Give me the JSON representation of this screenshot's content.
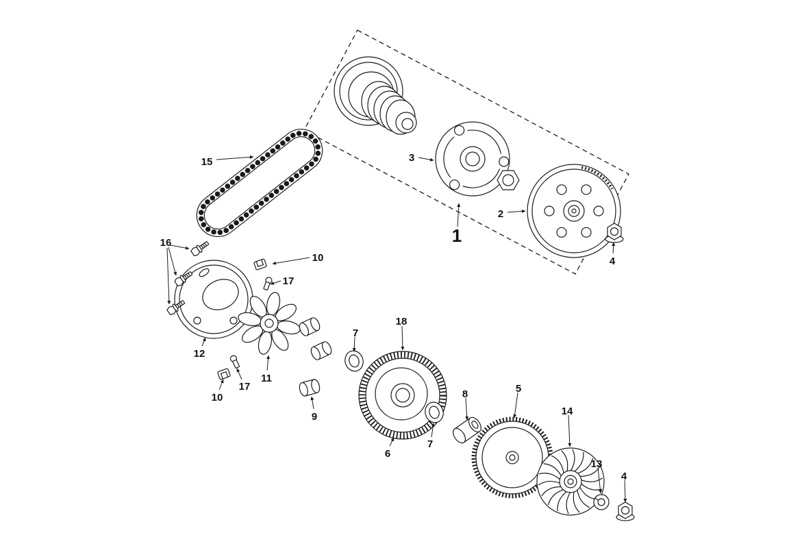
{
  "figure": {
    "assembly_label": "1",
    "callouts": [
      "15",
      "16",
      "3",
      "2",
      "4",
      "10",
      "17",
      "12",
      "17",
      "10",
      "11",
      "9",
      "7",
      "18",
      "6",
      "7",
      "8",
      "5",
      "14",
      "13",
      "4"
    ],
    "colors": {
      "line": "#1a1a1a",
      "background": "#ffffff"
    }
  }
}
